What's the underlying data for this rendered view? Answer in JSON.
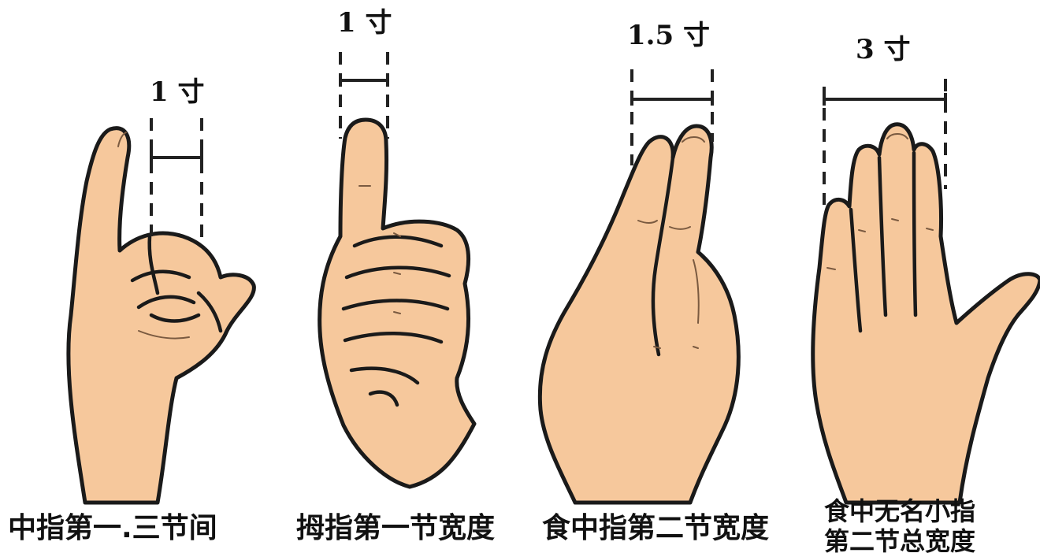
{
  "panels": [
    {
      "measure_label": "1 寸",
      "caption": [
        "中指第一.三节间"
      ]
    },
    {
      "measure_label": "1 寸",
      "caption": [
        "拇指第一节宽度"
      ]
    },
    {
      "measure_label": "1.5 寸",
      "caption": [
        "食中指第二节宽度"
      ]
    },
    {
      "measure_label": "3 寸",
      "caption": [
        "食中无名小指",
        "第二节总宽度"
      ]
    }
  ],
  "colors": {
    "skin": "#f6c89c",
    "outline": "#1a1a1a",
    "background": "#ffffff"
  }
}
